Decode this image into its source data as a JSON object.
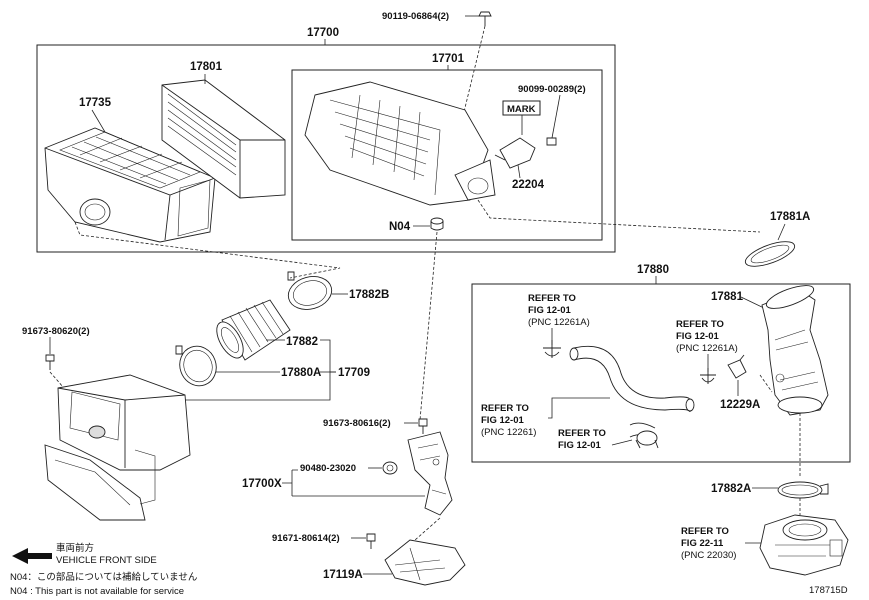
{
  "labels": {
    "bolt_top": "90119-06864(2)",
    "air_cleaner_assy": "17700",
    "element": "17801",
    "cap_sub_assy": "17701",
    "case": "17735",
    "screw_mark": "90099-00289(2)",
    "mark": "MARK",
    "sensor": "22204",
    "n04": "N04",
    "ring_17881a": "17881A",
    "group_17880": "17880",
    "clamp_17882b": "17882B",
    "hose_17882": "17882",
    "bolt_left": "91673-80620(2)",
    "clamp_17880a": "17880A",
    "assy_17709": "17709",
    "bolt_mid": "91673-80616(2)",
    "grommet": "90480-23020",
    "bracket_17700x": "17700X",
    "bolt_low": "91671-80614(2)",
    "guide_17119a": "17119A",
    "inlet_17881": "17881",
    "union_12229a": "12229A",
    "clamp_17882a": "17882A",
    "refer1_l1": "REFER TO",
    "refer1_l2": "FIG 12-01",
    "refer1_l3": "(PNC 12261A)",
    "refer2_l1": "REFER TO",
    "refer2_l2": "FIG 12-01",
    "refer2_l3": "(PNC 12261A)",
    "refer3_l1": "REFER TO",
    "refer3_l2": "FIG 12-01",
    "refer3_l3": "(PNC 12261)",
    "refer4_l1": "REFER TO",
    "refer4_l2": "FIG 12-01",
    "refer5_l1": "REFER TO",
    "refer5_l2": "FIG 22-11",
    "refer5_l3": "(PNC 22030)"
  },
  "notes": {
    "vehicle_jp": "車両前方",
    "vehicle_en": "VEHICLE FRONT SIDE",
    "n04_jp": "N04：この部品については補給していません",
    "n04_en": "N04 : This part is not available for service"
  },
  "figure_id": "178715D"
}
